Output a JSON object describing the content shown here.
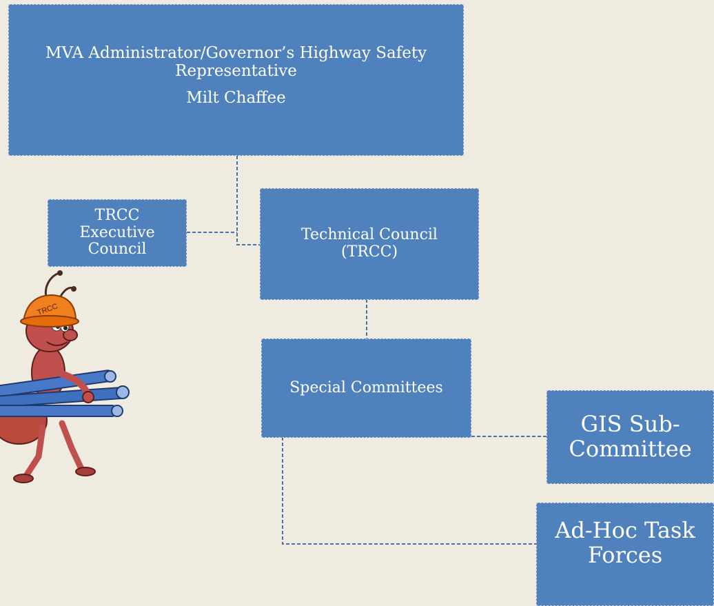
{
  "org_chart": {
    "top": {
      "title": "MVA Administrator/Governor’s Highway Safety Representative",
      "name": "Milt Chaffee"
    },
    "executive_council": {
      "label": "TRCC Executive Council"
    },
    "technical_council": {
      "label": "Technical Council (TRCC)"
    },
    "special_committees": {
      "label": "Special Committees"
    },
    "gis_subcommittee": {
      "label": "GIS Sub-Committee"
    },
    "adhoc_task_forces": {
      "label": "Ad-Hoc Task Forces"
    }
  },
  "mascot": {
    "hat_text": "TRCC"
  },
  "colors": {
    "box_fill": "#4f81bd",
    "box_border": "#c7d4e6",
    "connector": "#4a6fa5",
    "background": "#efebe0"
  }
}
